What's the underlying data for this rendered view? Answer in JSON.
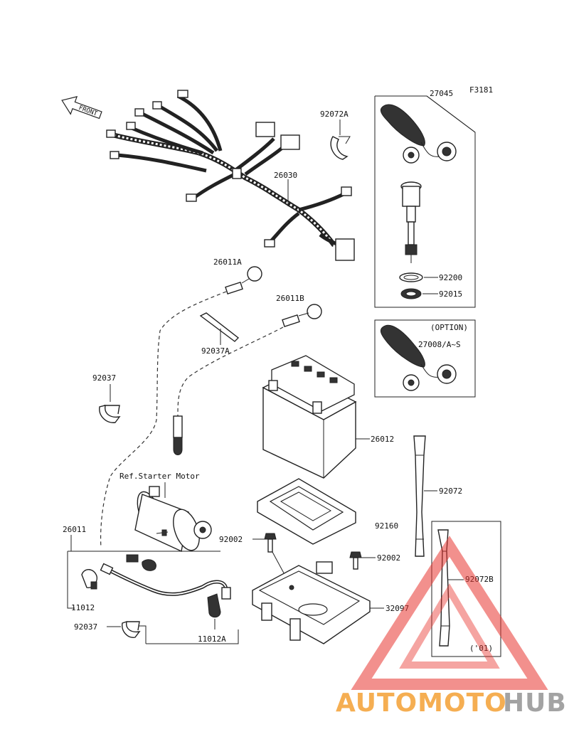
{
  "figure_code": "F3181",
  "front_arrow_text": "FRONT",
  "reference_note": "Ref.Starter Motor",
  "option_note": "(OPTION)",
  "year_note": "('01)",
  "callouts": {
    "c26030": "26030",
    "c92072A": "92072A",
    "c27045": "27045",
    "c92200": "92200",
    "c92015": "92015",
    "c27008": "27008/A~S",
    "c26011A": "26011A",
    "c26011B": "26011B",
    "c92037A": "92037A",
    "c92037a": "92037",
    "c26012": "26012",
    "c92072": "92072",
    "c92160": "92160",
    "c92002a": "92002",
    "c92002b": "92002",
    "c92072B": "92072B",
    "c32097": "32097",
    "c26011": "26011",
    "c11012": "11012",
    "c92037b": "92037",
    "c11012A": "11012A"
  },
  "watermark": {
    "part1": "AUTOMOTO",
    "part2": "HUB",
    "color1": "#f4a640",
    "color2": "#9a9a9a",
    "triangle_color": "#e8352f"
  }
}
